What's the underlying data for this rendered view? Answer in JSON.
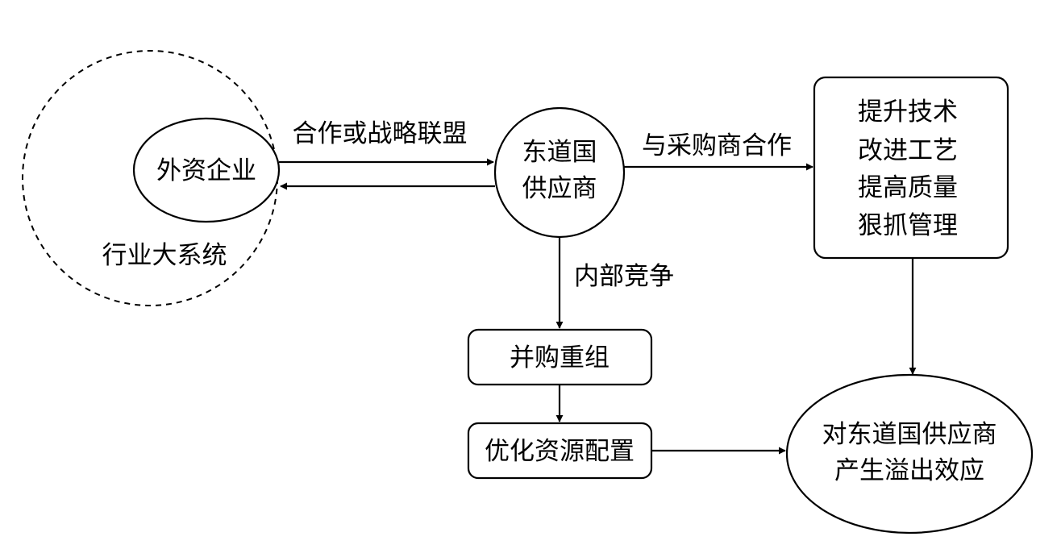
{
  "diagram": {
    "industry_system_label": "行业大系统",
    "foreign_enterprise": "外资企业",
    "supplier": {
      "line1": "东道国",
      "line2": "供应商"
    },
    "edges": {
      "cooperation_alliance": "合作或战略联盟",
      "cooperate_with_buyer": "与采购商合作",
      "internal_competition": "内部竞争"
    },
    "improvement": {
      "line1": "提升技术",
      "line2": "改进工艺",
      "line3": "提高质量",
      "line4": "狠抓管理"
    },
    "merger": "并购重组",
    "optimize": "优化资源配置",
    "spillover": {
      "line1": "对东道国供应商",
      "line2": "产生溢出效应"
    }
  }
}
